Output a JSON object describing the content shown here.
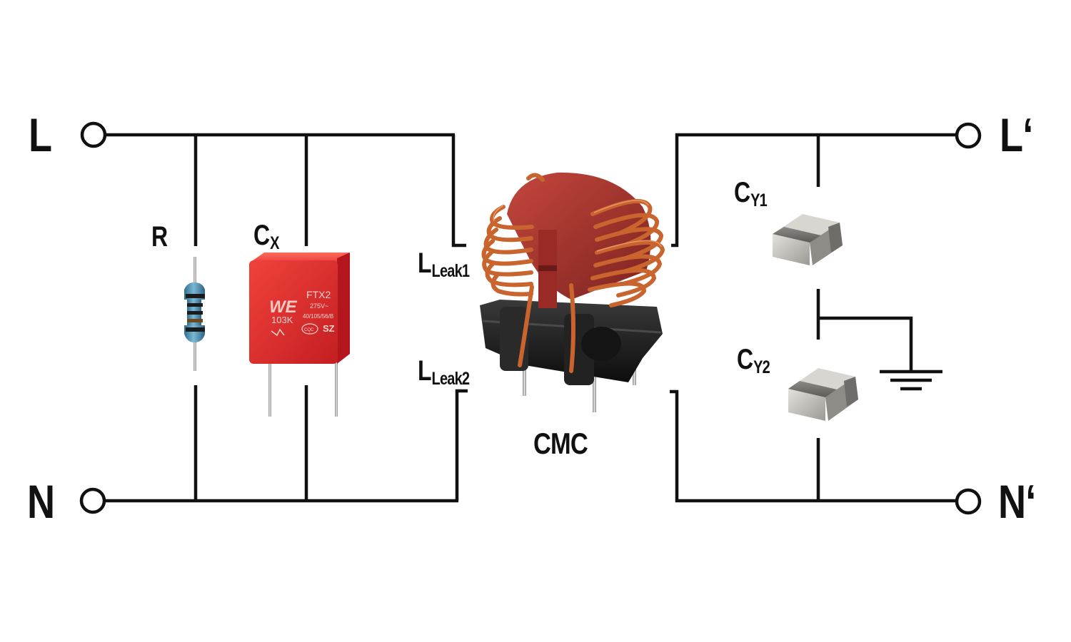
{
  "terminals": {
    "line_in": "L",
    "neutral_in": "N",
    "line_out": "L‘",
    "neutral_out": "N‘"
  },
  "components": {
    "resistor": {
      "label": "R"
    },
    "x_capacitor": {
      "label_main": "C",
      "label_sub": "X",
      "marking_line1": "FTX2",
      "marking_line2": "275V~",
      "marking_line3": "40/105/56/B",
      "marking_value": "103K",
      "marking_sz": "SZ",
      "marking_cqc": "CQC"
    },
    "leakage_1": {
      "label_main": "L",
      "label_sub": "Leak1"
    },
    "leakage_2": {
      "label_main": "L",
      "label_sub": "Leak2"
    },
    "common_mode_choke": {
      "label": "CMC"
    },
    "y_capacitor_1": {
      "label_main": "C",
      "label_sub": "Y1"
    },
    "y_capacitor_2": {
      "label_main": "C",
      "label_sub": "Y2"
    }
  },
  "colors": {
    "wire": "#111111",
    "x_capacitor_body": "#e0262c",
    "choke_core": "#a8302a",
    "copper_winding": "#c9642e",
    "choke_base": "#1c1c1c",
    "resistor_body": "#4f8fb0",
    "y_capacitor_body": "#c9c6c0"
  }
}
